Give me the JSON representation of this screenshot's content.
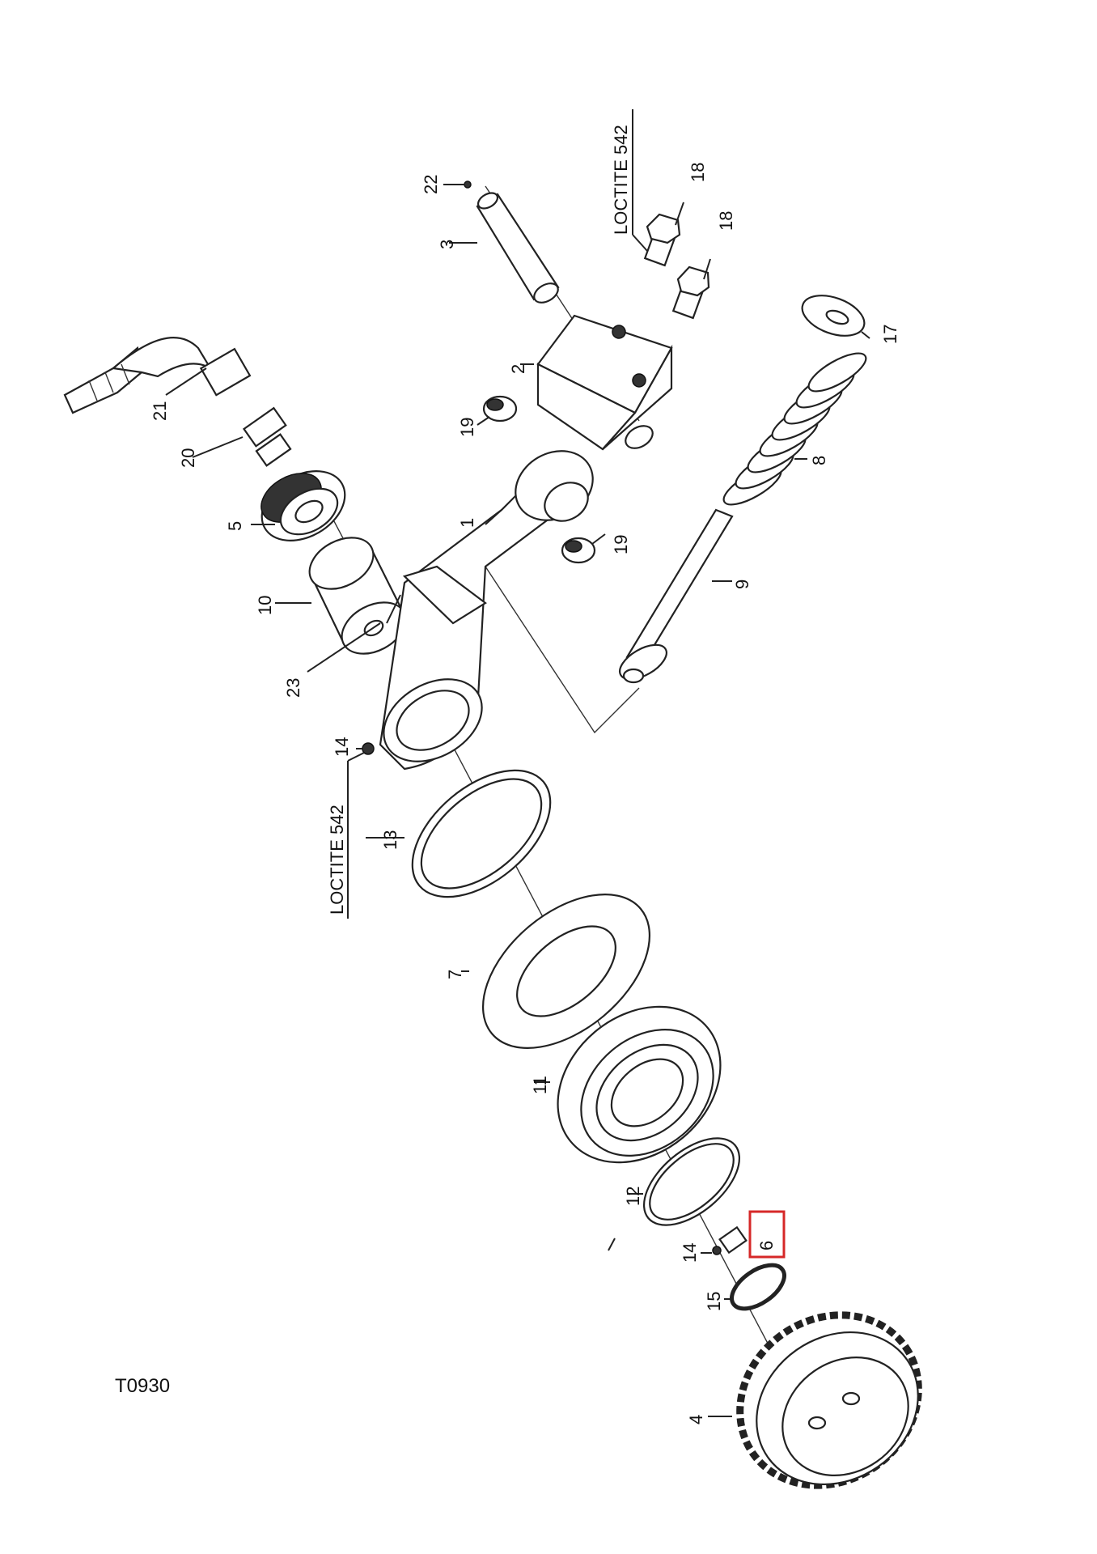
{
  "drawing_id": "T0930",
  "highlight_color": "#d62828",
  "notes": [
    {
      "id": "loctite-top",
      "text": "LOCTITE 542"
    },
    {
      "id": "loctite-left",
      "text": "LOCTITE 542"
    }
  ],
  "callouts": [
    {
      "number": "1"
    },
    {
      "number": "2"
    },
    {
      "number": "3"
    },
    {
      "number": "4"
    },
    {
      "number": "5"
    },
    {
      "number": "6",
      "highlighted": true
    },
    {
      "number": "7"
    },
    {
      "number": "8"
    },
    {
      "number": "9"
    },
    {
      "number": "10"
    },
    {
      "number": "11"
    },
    {
      "number": "12"
    },
    {
      "number": "13"
    },
    {
      "number": "14"
    },
    {
      "number": "14"
    },
    {
      "number": "15"
    },
    {
      "number": "17"
    },
    {
      "number": "18"
    },
    {
      "number": "18"
    },
    {
      "number": "19"
    },
    {
      "number": "19"
    },
    {
      "number": "20"
    },
    {
      "number": "21"
    },
    {
      "number": "22"
    },
    {
      "number": "23"
    }
  ]
}
